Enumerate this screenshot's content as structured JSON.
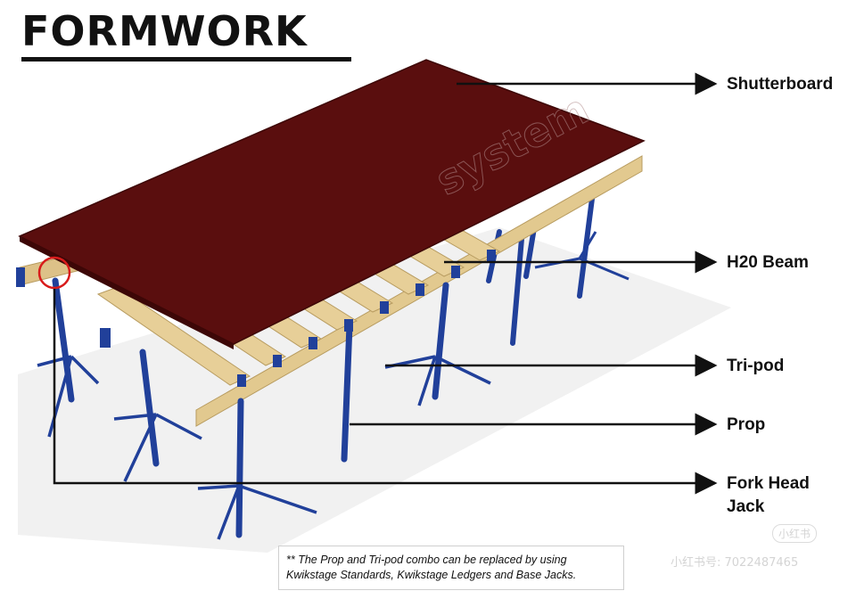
{
  "title": "FORMWORK",
  "labels": {
    "shutterboard": "Shutterboard",
    "h20_beam": "H20 Beam",
    "tripod": "Tri-pod",
    "prop": "Prop",
    "fork_head_line1": "Fork Head",
    "fork_head_line2": "Jack"
  },
  "note": {
    "line1": "** The Prop and Tri-pod combo can be replaced by using",
    "line2": "Kwikstage Standards, Kwikstage Ledgers  and Base Jacks."
  },
  "watermark": {
    "diagonal": "system",
    "badge": "小红书",
    "id_text": "小红书号: 7022487465"
  },
  "colors": {
    "shutterboard": "#5a0e0e",
    "beam": "#e7cf98",
    "prop": "#21409a",
    "highlight_circle": "#d81b1b"
  }
}
